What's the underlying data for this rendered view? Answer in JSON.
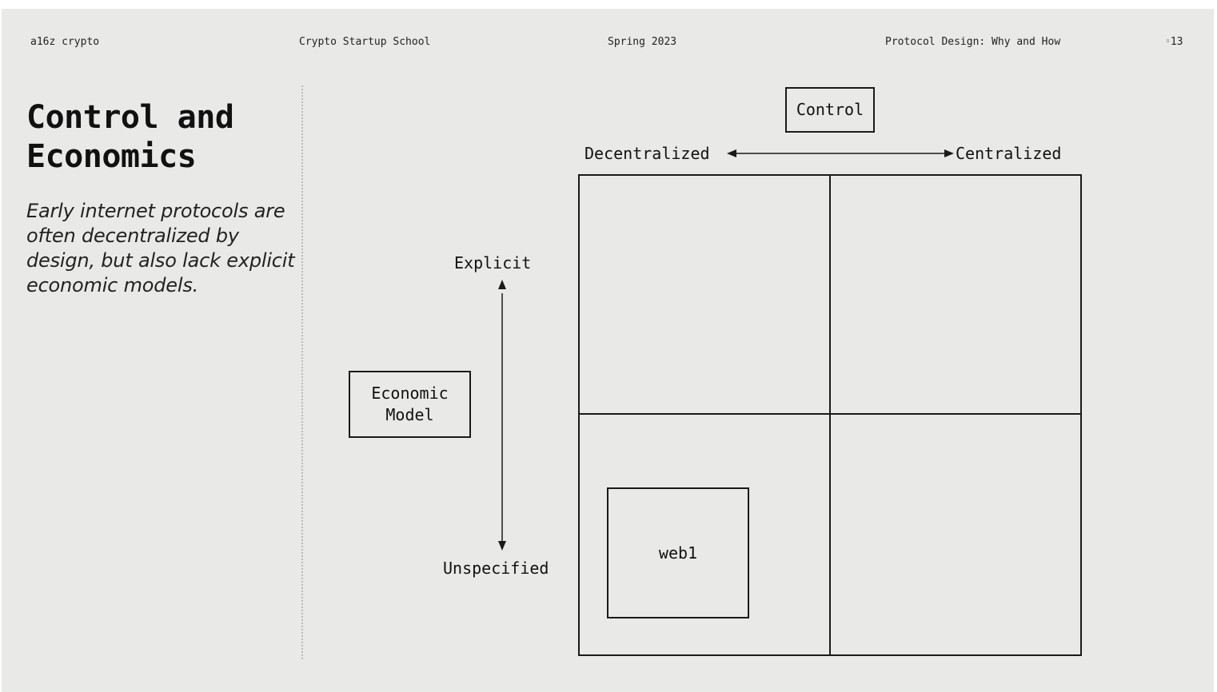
{
  "header": {
    "brand": "a16z crypto",
    "course": "Crypto Startup School",
    "term": "Spring 2023",
    "topic": "Protocol Design: Why and How",
    "page_number": "13"
  },
  "slide": {
    "title": "Control and Economics",
    "subtitle": "Early internet protocols are often decentralized by design, but also lack explicit economic models."
  },
  "diagram": {
    "control_label": "Control",
    "horizontal_axis": {
      "left": "Decentralized",
      "right": "Centralized"
    },
    "economic_model_label": "Economic Model",
    "vertical_axis": {
      "top": "Explicit",
      "bottom": "Unspecified"
    },
    "quadrant_item": {
      "label": "web1",
      "quadrant": "bottom-left"
    }
  },
  "colors": {
    "background": "#e9eae7",
    "ink": "#111111",
    "divider": "#b9bbb7"
  }
}
